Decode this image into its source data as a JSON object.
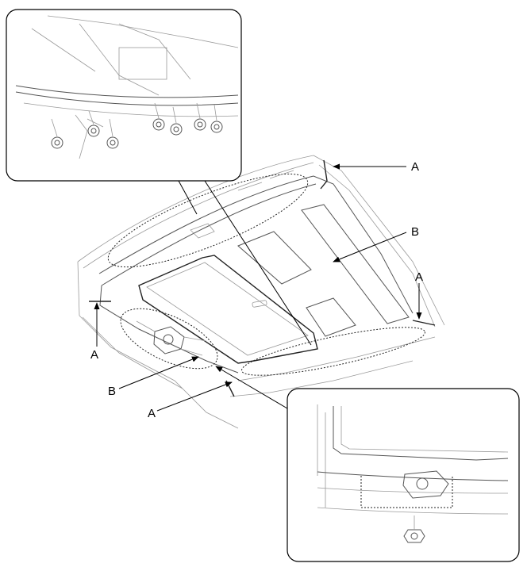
{
  "figure": {
    "callouts": {
      "a_top_right": "A",
      "b_right": "B",
      "a_right": "A",
      "a_left": "A",
      "b_left": "B",
      "a_bottom": "A"
    }
  }
}
